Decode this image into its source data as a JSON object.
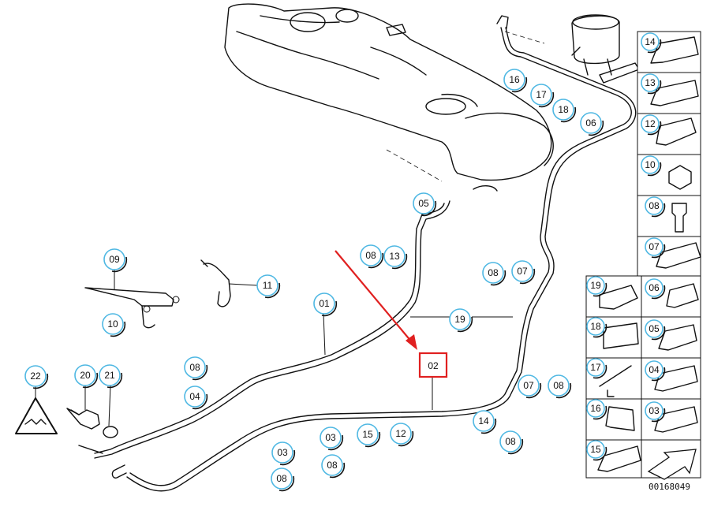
{
  "diagram": {
    "callouts": {
      "c01": "01",
      "c02": "02",
      "c03a": "03",
      "c03b": "03",
      "c04": "04",
      "c05": "05",
      "c06": "06",
      "c07a": "07",
      "c07b": "07",
      "c08a": "08",
      "c08b": "08",
      "c08c": "08",
      "c08d": "08",
      "c08e": "08",
      "c08f": "08",
      "c08g": "08",
      "c08h": "08",
      "c09": "09",
      "c10": "10",
      "c11": "11",
      "c12": "12",
      "c13": "13",
      "c14": "14",
      "c15": "15",
      "c16": "16",
      "c17": "17",
      "c18": "18",
      "c19a": "19",
      "c20": "20",
      "c21": "21",
      "c22": "22"
    },
    "legend": {
      "r14": "14",
      "r13": "13",
      "r12": "12",
      "r10": "10",
      "r08": "08",
      "r07": "07",
      "r19": "19",
      "r06": "06",
      "r18": "18",
      "r05": "05",
      "r17": "17",
      "r04": "04",
      "r16": "16",
      "r03": "03",
      "r15": "15"
    },
    "reference_number": "00168049",
    "highlight": {
      "label": "02",
      "color": "#e02020"
    },
    "accent_color": "#4fb8e3"
  }
}
